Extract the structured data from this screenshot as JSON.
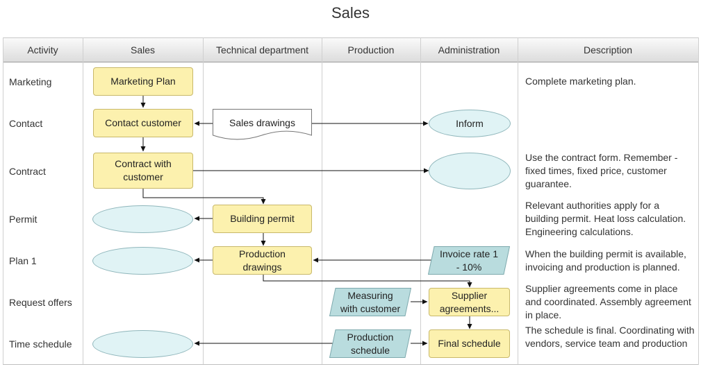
{
  "title": "Sales",
  "columns": [
    "Activity",
    "Sales",
    "Technical department",
    "Production",
    "Administration",
    "Description"
  ],
  "rows": [
    "Marketing",
    "Contact",
    "Contract",
    "Permit",
    "Plan 1",
    "Request offers",
    "Time schedule"
  ],
  "descriptions": {
    "marketing": "Complete marketing plan.",
    "contract": "Use the contract form. Remember - fixed times, fixed price, customer guarantee.",
    "permit": "Relevant authorities apply for a building permit. Heat loss calculation. Engineering calculations.",
    "plan1": "When the building permit is available, invoicing and production is planned.",
    "request_offers": "Supplier agreements come in place and coordinated. Assembly agreement in place.",
    "time_schedule": "The schedule is final. Coordinating with vendors, service team and production"
  },
  "shapes": {
    "marketing_plan": "Marketing Plan",
    "contact_customer": "Contact customer",
    "sales_drawings": "Sales drawings",
    "inform": "Inform",
    "contract_with_customer": "Contract with customer",
    "building_permit": "Building permit",
    "production_drawings": "Production drawings",
    "invoice_rate": "Invoice rate 1 - 10%",
    "measuring_with_customer": "Measuring with customer",
    "supplier_agreements": "Supplier agreements...",
    "production_schedule": "Production schedule",
    "final_schedule": "Final schedule"
  },
  "colors": {
    "process_fill": "#fcf1ae",
    "terminal_fill": "#e0f3f5",
    "data_fill": "#b9dcde"
  }
}
